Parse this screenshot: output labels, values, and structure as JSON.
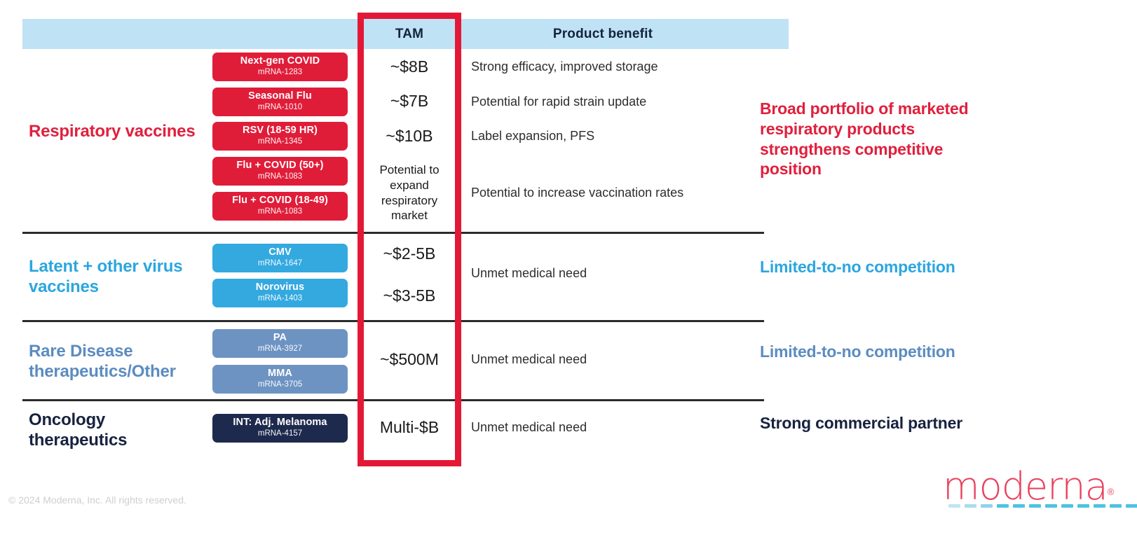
{
  "header": {
    "tam_label": "TAM",
    "benefit_label": "Product benefit"
  },
  "sections": [
    {
      "category": "Respiratory vaccines",
      "category_color": "#e0203d",
      "pill_color": "#e01d39",
      "products": [
        {
          "name": "Next-gen COVID",
          "code": "mRNA-1283"
        },
        {
          "name": "Seasonal Flu",
          "code": "mRNA-1010"
        },
        {
          "name": "RSV (18-59 HR)",
          "code": "mRNA-1345"
        },
        {
          "name": "Flu + COVID (50+)",
          "code": "mRNA-1083"
        },
        {
          "name": "Flu + COVID (18-49)",
          "code": "mRNA-1083"
        }
      ],
      "tam": [
        "~$8B",
        "~$7B",
        "~$10B",
        "Potential to expand respiratory market"
      ],
      "benefits": [
        "Strong efficacy, improved storage",
        "Potential for rapid strain update",
        "Label expansion, PFS",
        "Potential to increase vaccination rates"
      ],
      "commentary": "Broad portfolio of marketed respiratory products strengthens competitive position"
    },
    {
      "category": "Latent + other virus vaccines",
      "category_color": "#2ba6df",
      "pill_color": "#33a9e0",
      "products": [
        {
          "name": "CMV",
          "code": "mRNA-1647"
        },
        {
          "name": "Norovirus",
          "code": "mRNA-1403"
        }
      ],
      "tam": [
        "~$2-5B",
        "~$3-5B"
      ],
      "benefits": [
        "Unmet medical need"
      ],
      "commentary": "Limited-to-no competition"
    },
    {
      "category": "Rare Disease therapeutics/Other",
      "category_color": "#5b8cc0",
      "pill_color": "#6d93c2",
      "products": [
        {
          "name": "PA",
          "code": "mRNA-3927"
        },
        {
          "name": "MMA",
          "code": "mRNA-3705"
        }
      ],
      "tam": [
        "~$500M"
      ],
      "benefits": [
        "Unmet medical need"
      ],
      "commentary": "Limited-to-no competition"
    },
    {
      "category": "Oncology therapeutics",
      "category_color": "#17223f",
      "pill_color": "#1e2a4d",
      "products": [
        {
          "name": "INT: Adj. Melanoma",
          "code": "mRNA-4157"
        }
      ],
      "tam": [
        "Multi-$B"
      ],
      "benefits": [
        "Unmet medical need"
      ],
      "commentary": "Strong commercial partner"
    }
  ],
  "footer": {
    "copyright": "© 2024 Moderna, Inc. All rights reserved.",
    "logo_text": "moderna",
    "logo_registered": "®"
  },
  "colors": {
    "header_band": "#bfe2f4",
    "highlight_box": "#e31837",
    "divider": "#2b2b2b"
  }
}
